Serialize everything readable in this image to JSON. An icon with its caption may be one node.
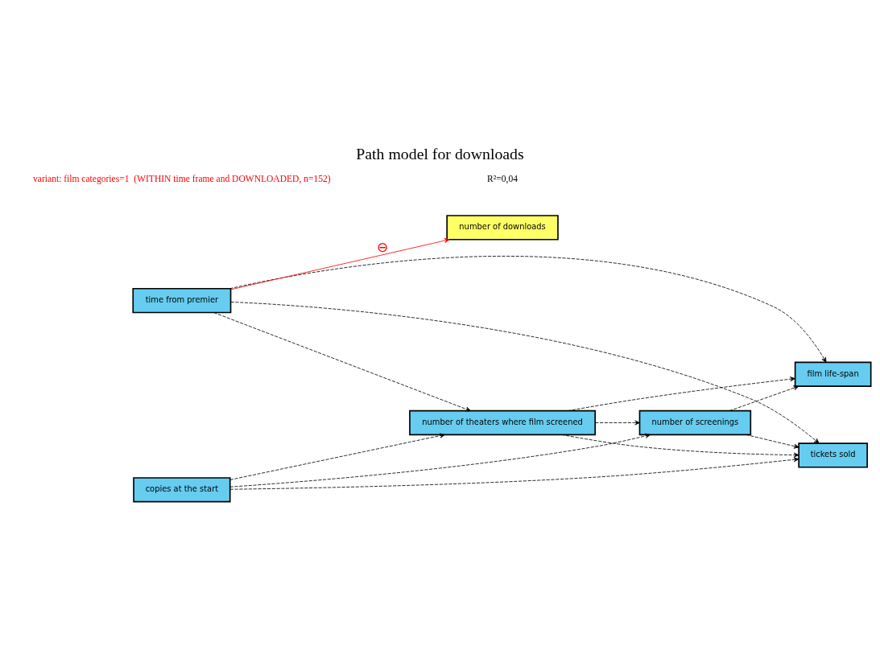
{
  "diagram": {
    "title": "Path model for downloads",
    "nodes": [
      {
        "text": [
          "time from premier"
        ]
      },
      {
        "text": [
          "film life-span"
        ]
      },
      {
        "text": [
          "number of downloads"
        ]
      },
      {
        "text": [
          "copies at the start"
        ]
      },
      {
        "text": [
          "number of screenings"
        ]
      },
      {
        "text": [
          "tickets sold"
        ]
      },
      {
        "text": [
          "number of theaters where film screened"
        ]
      }
    ],
    "edges": [
      {
        "from": 0,
        "to": 2,
        "arrow": "to",
        "label": "⊖",
        "color": "#ff0000"
      },
      {
        "from": 0,
        "to": 1,
        "arrow": "to",
        "style": "dashed"
      },
      {
        "from": 0,
        "to": 5,
        "arrow": "to",
        "style": "dashed"
      },
      {
        "from": 0,
        "to": 6,
        "arrow": "to",
        "style": "dashed"
      },
      {
        "from": 3,
        "to": 4,
        "arrow": "to",
        "style": "dashed"
      },
      {
        "from": 3,
        "to": 6,
        "arrow": "to",
        "style": "dashed"
      },
      {
        "from": 3,
        "to": 5,
        "arrow": "to",
        "style": "dashed"
      },
      {
        "from": 4,
        "to": 1,
        "arrow": "to",
        "style": "dashed"
      },
      {
        "from": 4,
        "to": 5,
        "arrow": "to",
        "style": "dashed"
      },
      {
        "from": 6,
        "to": 4,
        "arrow": "to",
        "style": "dashed"
      },
      {
        "from": 6,
        "to": 5,
        "arrow": "to",
        "style": "dashed"
      },
      {
        "from": 6,
        "to": 1,
        "arrow": "to",
        "style": "dashed"
      }
    ],
    "labels": [
      "variant: film categories=1  (WITHIN time frame and DOWNLOADED, n=152)",
      "R²=0,04"
    ]
  }
}
